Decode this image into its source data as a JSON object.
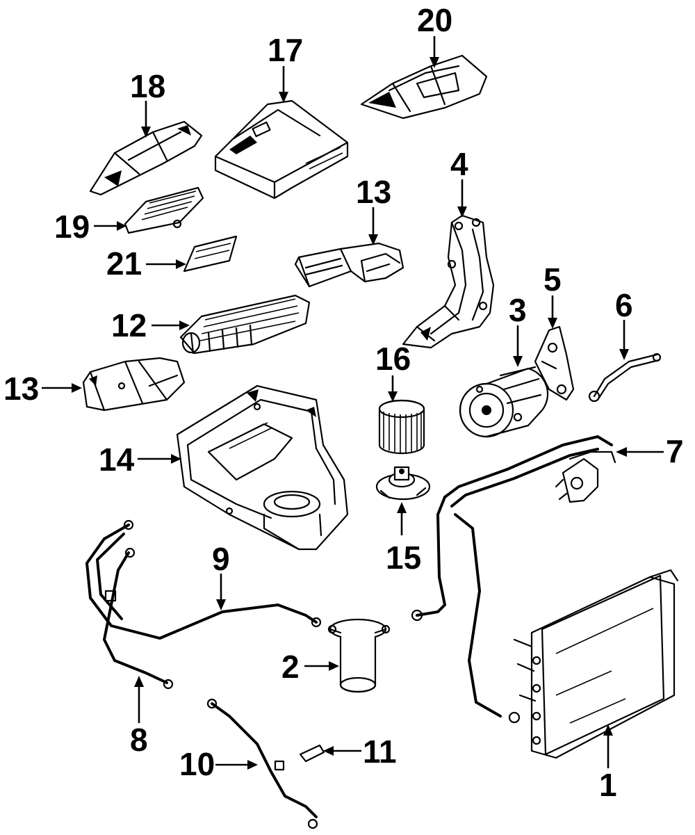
{
  "callouts": [
    {
      "id": "1",
      "text": "1"
    },
    {
      "id": "2",
      "text": "2"
    },
    {
      "id": "3",
      "text": "3"
    },
    {
      "id": "4",
      "text": "4"
    },
    {
      "id": "5",
      "text": "5"
    },
    {
      "id": "6",
      "text": "6"
    },
    {
      "id": "7",
      "text": "7"
    },
    {
      "id": "8",
      "text": "8"
    },
    {
      "id": "9",
      "text": "9"
    },
    {
      "id": "10",
      "text": "10"
    },
    {
      "id": "11",
      "text": "11"
    },
    {
      "id": "12",
      "text": "12"
    },
    {
      "id": "13a",
      "text": "13"
    },
    {
      "id": "13b",
      "text": "13"
    },
    {
      "id": "14",
      "text": "14"
    },
    {
      "id": "15",
      "text": "15"
    },
    {
      "id": "16",
      "text": "16"
    },
    {
      "id": "17",
      "text": "17"
    },
    {
      "id": "18",
      "text": "18"
    },
    {
      "id": "19",
      "text": "19"
    },
    {
      "id": "20",
      "text": "20"
    },
    {
      "id": "21",
      "text": "21"
    }
  ],
  "colors": {
    "line": "#000000",
    "background": "#ffffff"
  }
}
